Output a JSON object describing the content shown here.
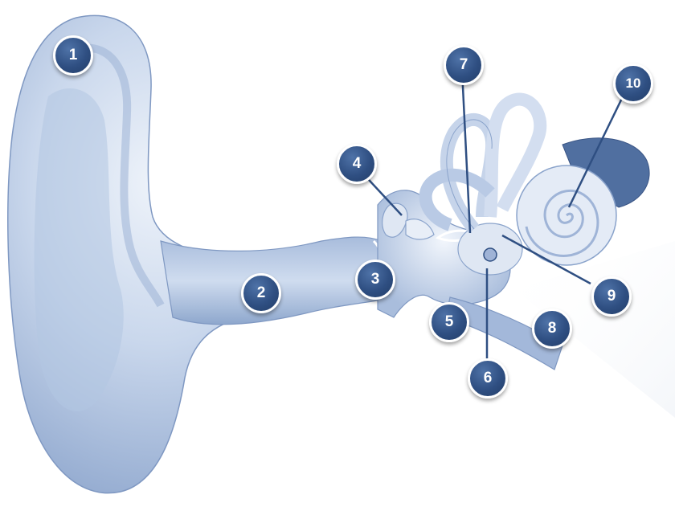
{
  "diagram": {
    "labels": [
      {
        "id": "label-1",
        "text": "1"
      },
      {
        "id": "label-2",
        "text": "2"
      },
      {
        "id": "label-3",
        "text": "3"
      },
      {
        "id": "label-4",
        "text": "4"
      },
      {
        "id": "label-5",
        "text": "5"
      },
      {
        "id": "label-6",
        "text": "6"
      },
      {
        "id": "label-7",
        "text": "7"
      },
      {
        "id": "label-8",
        "text": "8"
      },
      {
        "id": "label-9",
        "text": "9"
      },
      {
        "id": "label-10",
        "text": "10"
      }
    ],
    "colors": {
      "badge": "#2f4f82",
      "ear_light": "#e6eef8",
      "ear_mid": "#b3c6e2",
      "ear_dark": "#7f98c2",
      "leader_line": "#2f4f82"
    }
  }
}
